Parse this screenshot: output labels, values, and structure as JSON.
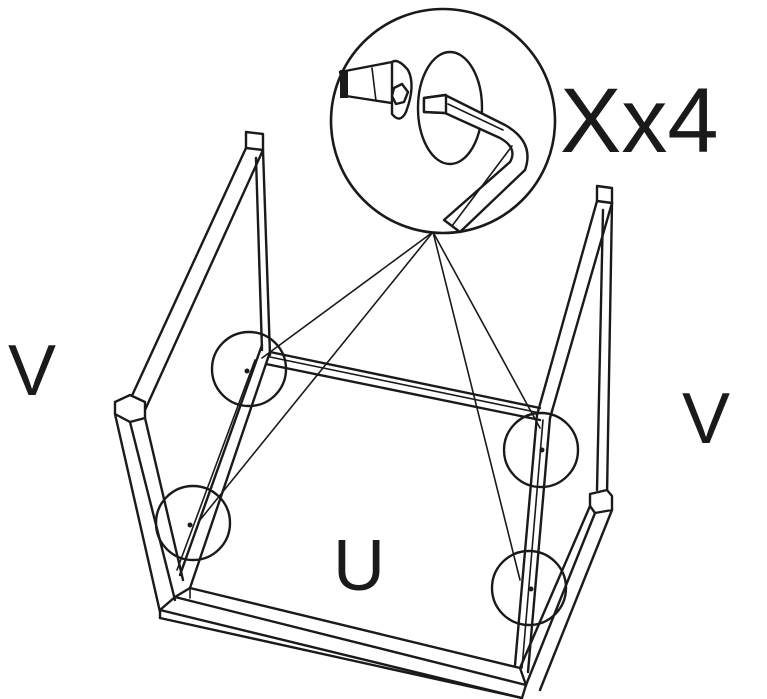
{
  "labels": {
    "left_side": "V",
    "right_side": "V",
    "bottom": "U",
    "quantity": "Xx4"
  },
  "icons": {
    "detail": "screw-and-allen-key-icon"
  },
  "colors": {
    "line": "#1a1a1a",
    "background": "#ffffff"
  }
}
